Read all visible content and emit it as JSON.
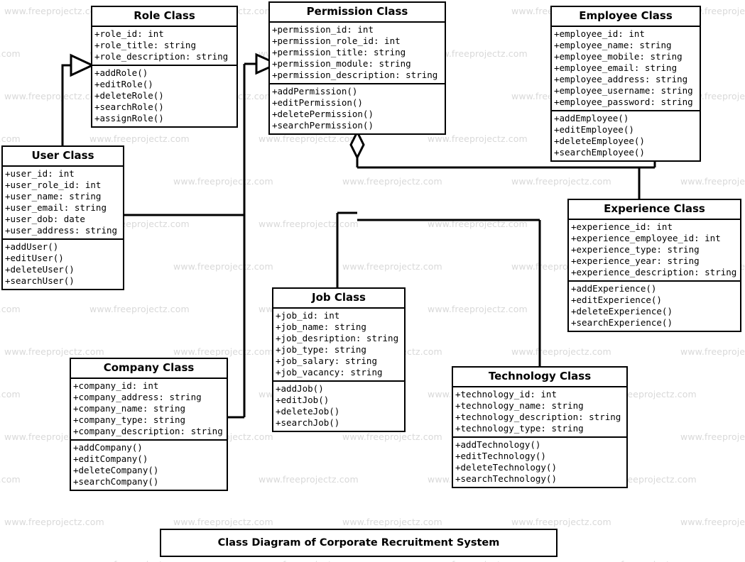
{
  "diagram": {
    "title": "Class Diagram of Corporate Recruitment System",
    "watermark_text": "www.freeprojectz.com",
    "line_color": "#000000",
    "background_color": "#ffffff",
    "watermark_color": "#d9d9d9"
  },
  "classes": [
    {
      "id": "role",
      "name": "Role Class",
      "attributes": [
        "+role_id: int",
        "+role_title: string",
        "+role_description: string"
      ],
      "methods": [
        "+addRole()",
        "+editRole()",
        "+deleteRole()",
        "+searchRole()",
        "+assignRole()"
      ]
    },
    {
      "id": "permission",
      "name": "Permission Class",
      "attributes": [
        "+permission_id: int",
        "+permission_role_id: int",
        "+permission_title: string",
        "+permission_module: string",
        "+permission_description: string"
      ],
      "methods": [
        "+addPermission()",
        "+editPermission()",
        "+deletePermission()",
        "+searchPermission()"
      ]
    },
    {
      "id": "employee",
      "name": "Employee Class",
      "attributes": [
        "+employee_id: int",
        "+employee_name: string",
        "+employee_mobile: string",
        "+employee_email: string",
        "+employee_address: string",
        "+employee_username: string",
        "+employee_password: string"
      ],
      "methods": [
        "+addEmployee()",
        "+editEmployee()",
        "+deleteEmployee()",
        "+searchEmployee()"
      ]
    },
    {
      "id": "user",
      "name": "User Class",
      "attributes": [
        "+user_id: int",
        "+user_role_id: int",
        "+user_name: string",
        "+user_email: string",
        "+user_dob: date",
        "+user_address: string"
      ],
      "methods": [
        "+addUser()",
        "+editUser()",
        "+deleteUser()",
        "+searchUser()"
      ]
    },
    {
      "id": "experience",
      "name": "Experience Class",
      "attributes": [
        "+experience_id: int",
        "+experience_employee_id: int",
        "+experience_type: string",
        "+experience_year: string",
        "+experience_description: string"
      ],
      "methods": [
        "+addExperience()",
        "+editExperience()",
        "+deleteExperience()",
        "+searchExperience()"
      ]
    },
    {
      "id": "job",
      "name": "Job Class",
      "attributes": [
        "+job_id: int",
        "+job_name: string",
        "+job_desription: string",
        "+job_type: string",
        "+job_salary: string",
        "+job_vacancy: string"
      ],
      "methods": [
        "+addJob()",
        "+editJob()",
        "+deleteJob()",
        "+searchJob()"
      ]
    },
    {
      "id": "company",
      "name": "Company Class",
      "attributes": [
        "+company_id: int",
        "+company_address: string",
        "+company_name: string",
        "+company_type: string",
        "+company_description: string"
      ],
      "methods": [
        "+addCompany()",
        "+editCompany()",
        "+deleteCompany()",
        "+searchCompany()"
      ]
    },
    {
      "id": "technology",
      "name": "Technology Class",
      "attributes": [
        "+technology_id: int",
        "+technology_name: string",
        "+technology_description: string",
        "+technology_type: string"
      ],
      "methods": [
        "+addTechnology()",
        "+editTechnology()",
        "+deleteTechnology()",
        "+searchTechnology()"
      ]
    }
  ],
  "relationships": [
    {
      "from": "user",
      "to": "role",
      "type": "generalization"
    },
    {
      "from": "company",
      "to": "permission",
      "type": "generalization"
    },
    {
      "from": "permission",
      "to": "employee",
      "type": "aggregation"
    },
    {
      "from": "permission",
      "to": "experience",
      "type": "aggregation"
    },
    {
      "from": "permission",
      "to": "job",
      "type": "aggregation"
    },
    {
      "from": "permission",
      "to": "technology",
      "type": "aggregation"
    }
  ]
}
